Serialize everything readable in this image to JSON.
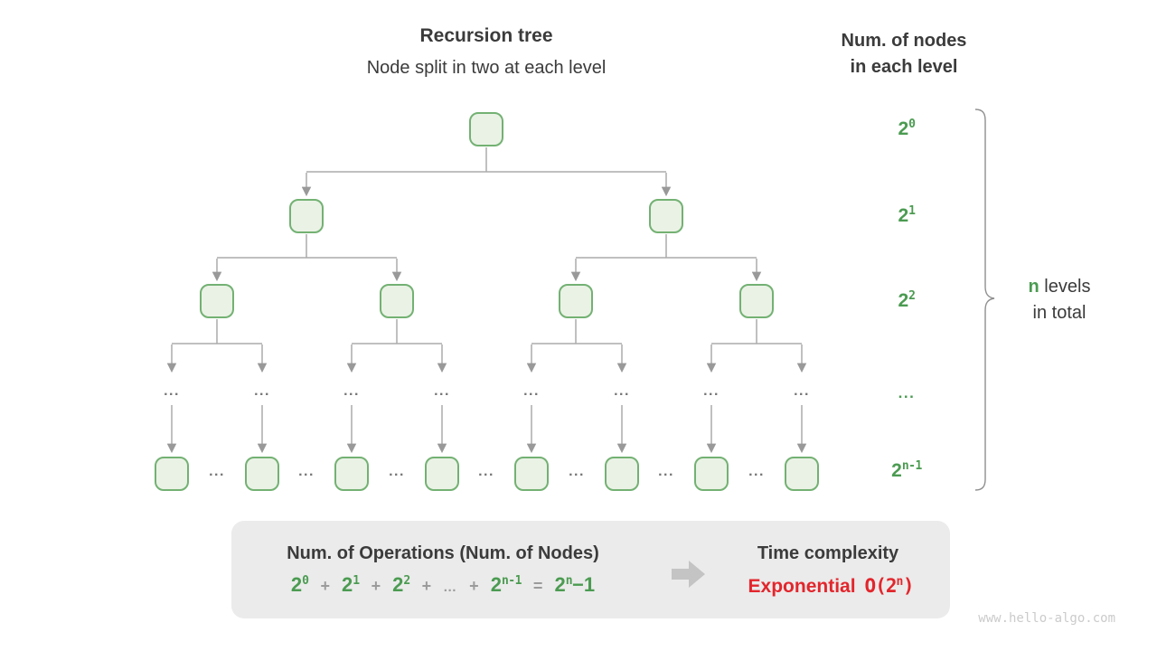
{
  "header": {
    "title": "Recursion tree",
    "subtitle": "Node split in two at each level"
  },
  "right_header": {
    "line1": "Num. of nodes",
    "line2": "in each level"
  },
  "tree": {
    "dots": "..."
  },
  "level_labels": [
    {
      "base": "2",
      "sup": "0"
    },
    {
      "base": "2",
      "sup": "1"
    },
    {
      "base": "2",
      "sup": "2"
    },
    {
      "dots": "..."
    },
    {
      "base": "2",
      "sup": "n-1"
    }
  ],
  "brace_note": {
    "highlight": "n",
    "rest": " levels",
    "line2": "in total"
  },
  "summary_box": {
    "left_title": "Num. of Operations (Num. of Nodes)",
    "formula": {
      "terms": [
        {
          "base": "2",
          "sup": "0"
        },
        {
          "base": "2",
          "sup": "1"
        },
        {
          "base": "2",
          "sup": "2"
        }
      ],
      "plus": "+",
      "ellipsis": "…",
      "term_n": {
        "base": "2",
        "sup": "n-1"
      },
      "equals": "=",
      "result": {
        "base": "2",
        "sup": "n",
        "rest": "−1"
      }
    },
    "right_title": "Time complexity",
    "complexity_label": "Exponential",
    "complexity_value": {
      "base": "O(2",
      "sup": "n",
      "close": ")"
    }
  },
  "watermark": "www.hello-algo.com",
  "colors": {
    "green": "#4b9b51",
    "red": "#e2262c",
    "dark_text": "#3b3b3b",
    "node_fill": "#eaf2e5",
    "node_border": "#73b173",
    "connector_gray": "#ababab",
    "box_background": "#ebebeb",
    "watermark_gray": "#cbcbcb"
  }
}
